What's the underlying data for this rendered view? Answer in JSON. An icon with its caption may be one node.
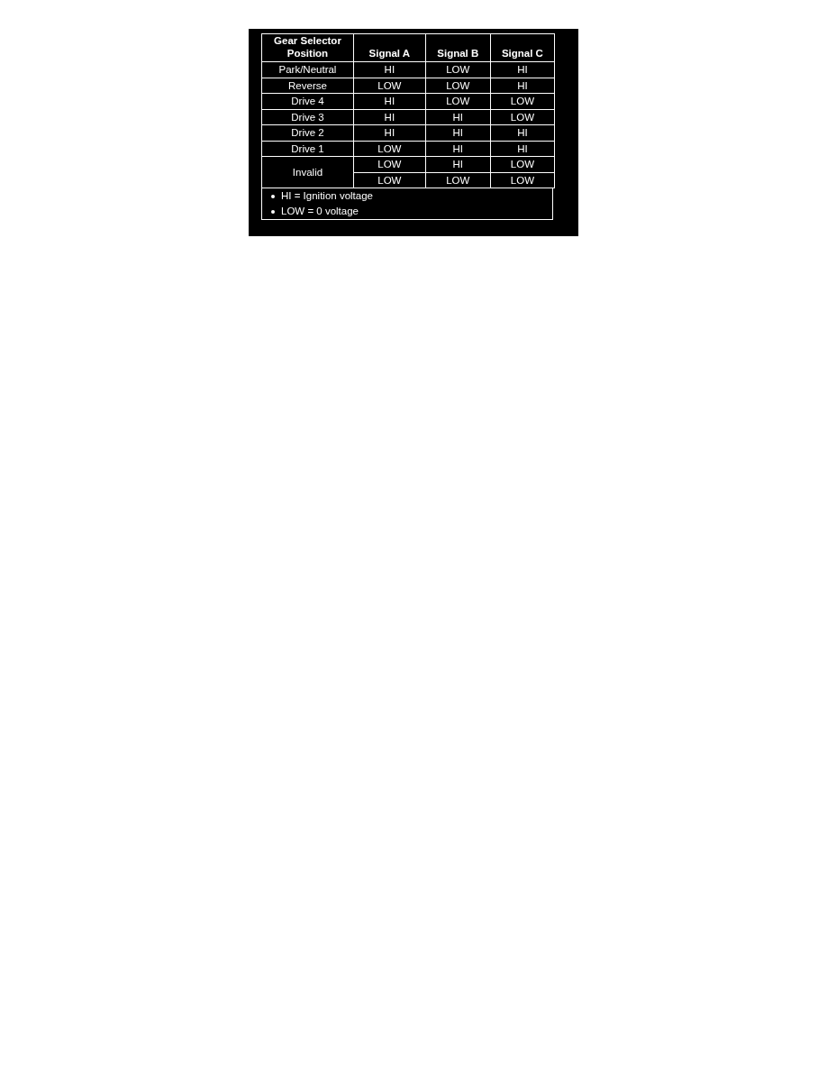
{
  "diagram": {
    "labels": [
      "Gear Selector Position",
      "Signal A",
      "Signal B",
      "Signal C",
      "Park/Neutral",
      "HI",
      "LOW",
      "HI",
      "Reverse",
      "LOW",
      "LOW",
      "HI",
      "Drive 4",
      "HI",
      "LOW",
      "LOW",
      "Drive 3",
      "HI",
      "HI",
      "LOW",
      "Drive 2",
      "HI",
      "HI",
      "HI",
      "Drive 1",
      "LOW",
      "HI",
      "HI",
      "Invalid",
      "LOW",
      "HI",
      "LOW",
      "LOW",
      "LOW",
      "LOW",
      "HI = Ignition voltage",
      "LOW = 0 voltage"
    ]
  }
}
